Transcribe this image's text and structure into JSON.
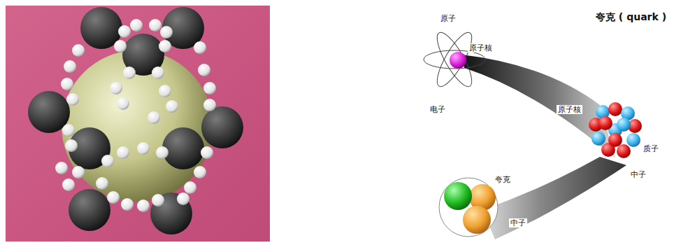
{
  "diagram": {
    "title": "夸克 ( quark )",
    "labels": [
      "原子",
      "原子核",
      "电子",
      "原子核",
      "质子",
      "中子",
      "夸克",
      "中子"
    ]
  }
}
